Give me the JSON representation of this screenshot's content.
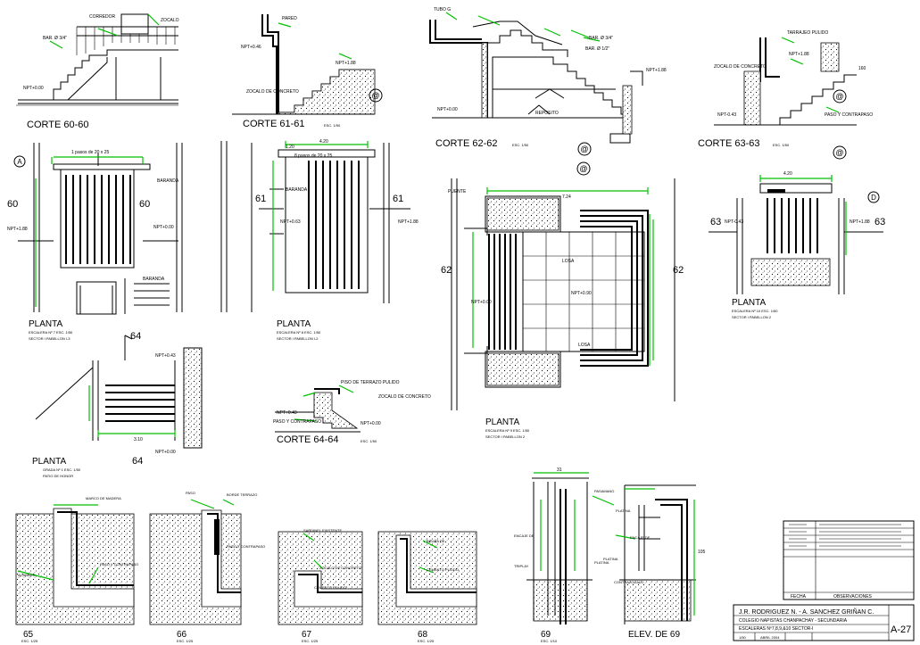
{
  "sheet": {
    "sections": {
      "c60": "CORTE 60-60",
      "c61": "CORTE 61-61",
      "c62": "CORTE 62-62",
      "c63": "CORTE 63-63",
      "c64": "CORTE 64-64"
    },
    "scale_1_50": "ESC. 1/50",
    "axis_a": "A",
    "axis_d": "D",
    "axis_a_alt": "@",
    "cut_60": "60",
    "cut_61": "61",
    "cut_62": "62",
    "cut_63": "63",
    "cut_64": "64",
    "plans": {
      "title": "PLANTA",
      "p1_sub1": "ESCALERA Nº 7   ESC. 1/50",
      "p1_sub2": "SECTOR I   PABELLON I-3",
      "p2_sub1": "ESCALERA Nº 8   ESC. 1/50",
      "p2_sub2": "SECTOR I   PABELLON I-2",
      "p3_sub1": "ESCALERA Nº 9   ESC. 1/50",
      "p3_sub2": "SECTOR I   PABELLON 2",
      "p4_sub1": "ESCALERA Nº 10   ESC. 1/50",
      "p4_sub2": "SECTOR I   PABELLON 2",
      "p5_sub1": "GRADA Nº 1   ESC. 1/50",
      "p5_sub2": "PATIO DE HONOR"
    },
    "details": {
      "d65": "65",
      "d66": "66",
      "d67": "67",
      "d68": "68",
      "d69": "69",
      "elev": "ELEV. DE 69",
      "scale_1_25": "ESC. 1/25",
      "scale_1_10": "ESC. 1/10"
    },
    "title_block": {
      "col_fecha": "FECHA",
      "col_obs": "OBSERVACIONES",
      "authors": "J.R. RODRIGUEZ  N.  -  A. SANCHEZ GRIÑAN C.",
      "project": "COLEGIO NAPISTAS CHANPACHAY - SECUNDARIA",
      "content": "ESCALERAS Nº7,8,9,&10   SECTOR-I",
      "scale": "1/50",
      "date": "ABRIL 2004",
      "sheet_no": "A-27"
    }
  }
}
